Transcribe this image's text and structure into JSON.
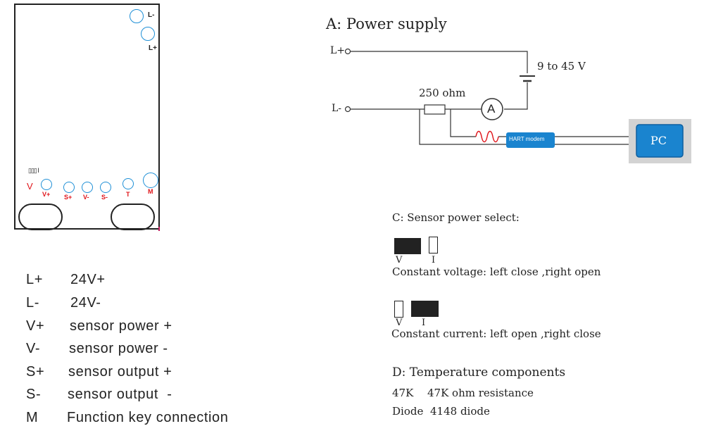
{
  "board": {
    "label_l_minus": "L-",
    "label_l_plus": "L+",
    "switch_glyph": "▯▯▯ I",
    "label_v": "V",
    "terminals": [
      {
        "label": "V+",
        "color": "#e0141a"
      },
      {
        "label": "S+",
        "color": "#e0141a"
      },
      {
        "label": "V-",
        "color": "#e0141a"
      },
      {
        "label": "S-",
        "color": "#e0141a"
      },
      {
        "label": "T",
        "color": "#e0141a"
      },
      {
        "label": "M",
        "color": "#e0141a"
      }
    ]
  },
  "legend": [
    {
      "key": "L+",
      "desc": "24V+"
    },
    {
      "key": "L-",
      "desc": "24V-"
    },
    {
      "key": "V+",
      "desc": "sensor power +"
    },
    {
      "key": "V-",
      "desc": "sensor power -"
    },
    {
      "key": "S+",
      "desc": "sensor output +"
    },
    {
      "key": "S-",
      "desc": "sensor output  -"
    },
    {
      "key": "M",
      "desc": "Function key connection"
    }
  ],
  "power": {
    "title": "A: Power supply",
    "l_plus": "L+",
    "l_minus": "L-",
    "voltage": "9 to 45 V",
    "resistor": "250 ohm",
    "ammeter": "A",
    "modem": "HART modem",
    "pc": "PC"
  },
  "sensor_select": {
    "title": "C: Sensor power select:",
    "v": "V",
    "i": "I",
    "voltage_text": "Constant voltage: left close ,right open",
    "current_text": "Constant current: left open ,right close"
  },
  "temperature": {
    "title": "D: Temperature components",
    "line1_key": "47K",
    "line1_value": "47K ohm resistance",
    "line2_key": "Diode",
    "line2_value": "4148 diode"
  },
  "colors": {
    "terminal_ring": "#1e8fd6",
    "label_red": "#e0141a",
    "modem_blue": "#1a84cf",
    "pc_blue": "#1a84cf",
    "pc_frame": "#d3d3d3",
    "coil_red": "#e0141a"
  }
}
